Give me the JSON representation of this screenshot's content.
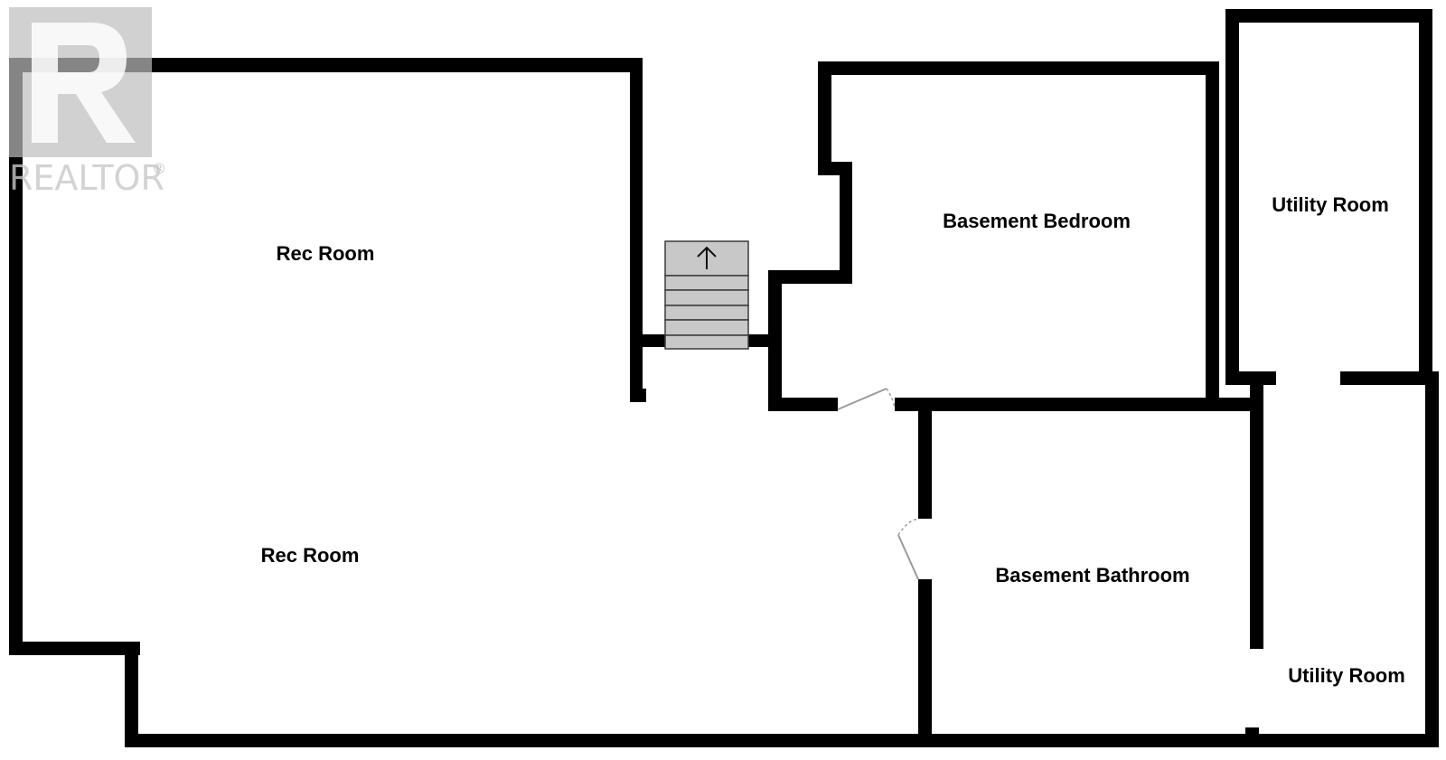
{
  "logo": {
    "text": "REALTOR",
    "mark": "®"
  },
  "rooms": [
    {
      "id": "rec-room-upper",
      "label": "Rec Room"
    },
    {
      "id": "rec-room-lower",
      "label": "Rec Room"
    },
    {
      "id": "basement-bedroom",
      "label": "Basement Bedroom"
    },
    {
      "id": "basement-bathroom",
      "label": "Basement Bathroom"
    },
    {
      "id": "utility-room-upper",
      "label": "Utility Room"
    },
    {
      "id": "utility-room-lower",
      "label": "Utility Room"
    }
  ],
  "stairs": {
    "direction": "up",
    "icon": "arrow-up-icon"
  },
  "colors": {
    "wall": "#000000",
    "background": "#ffffff",
    "stair_fill": "#c8c8c8",
    "door": "#9a9a9a"
  }
}
